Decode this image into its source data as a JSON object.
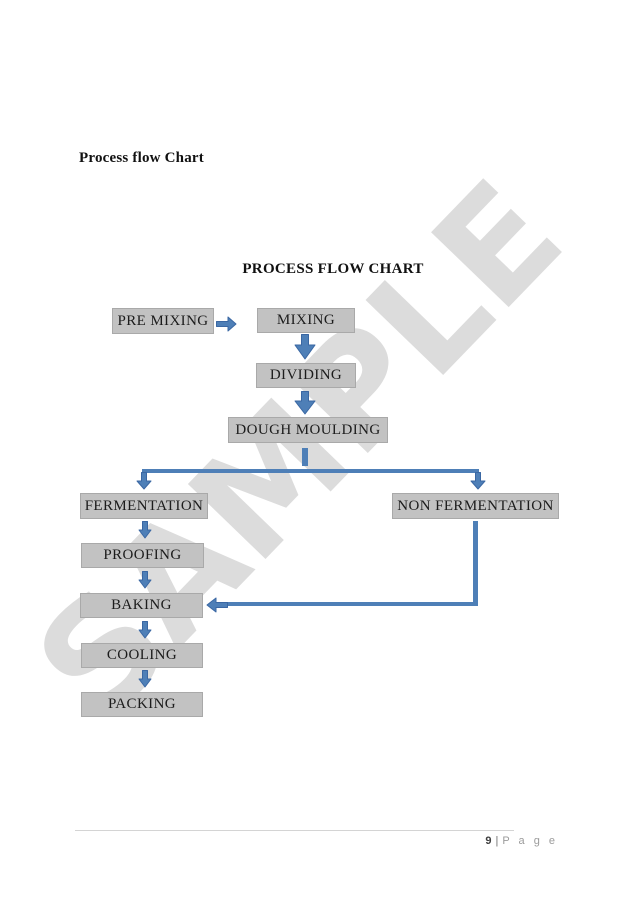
{
  "document": {
    "heading": "Process flow Chart",
    "watermark": "SAMPLE",
    "footer": {
      "page_number": "9",
      "separator": "|",
      "page_label": "P a g e"
    }
  },
  "flowchart": {
    "title": "PROCESS FLOW CHART",
    "nodes": {
      "pre_mixing": "PRE MIXING",
      "mixing": "MIXING",
      "dividing": "DIVIDING",
      "dough_moulding": "DOUGH MOULDING",
      "fermentation": "FERMENTATION",
      "non_fermentation": "NON FERMENTATION",
      "proofing": "PROOFING",
      "baking": "BAKING",
      "cooling": "COOLING",
      "packing": "PACKING"
    },
    "edges": [
      {
        "from": "PRE MIXING",
        "to": "MIXING"
      },
      {
        "from": "MIXING",
        "to": "DIVIDING"
      },
      {
        "from": "DIVIDING",
        "to": "DOUGH MOULDING"
      },
      {
        "from": "DOUGH MOULDING",
        "to": "FERMENTATION"
      },
      {
        "from": "DOUGH MOULDING",
        "to": "NON FERMENTATION"
      },
      {
        "from": "FERMENTATION",
        "to": "PROOFING"
      },
      {
        "from": "PROOFING",
        "to": "BAKING"
      },
      {
        "from": "NON FERMENTATION",
        "to": "BAKING"
      },
      {
        "from": "BAKING",
        "to": "COOLING"
      },
      {
        "from": "COOLING",
        "to": "PACKING"
      }
    ],
    "colors": {
      "box_fill": "#c2c2c2",
      "box_border": "#a9a9a9",
      "box_text": "#1c1c1c",
      "arrow_fill": "#4e7fb7",
      "arrow_outline": "#3a67a3",
      "connector": "#4e7fb7",
      "watermark": "#dcdcdc"
    }
  }
}
